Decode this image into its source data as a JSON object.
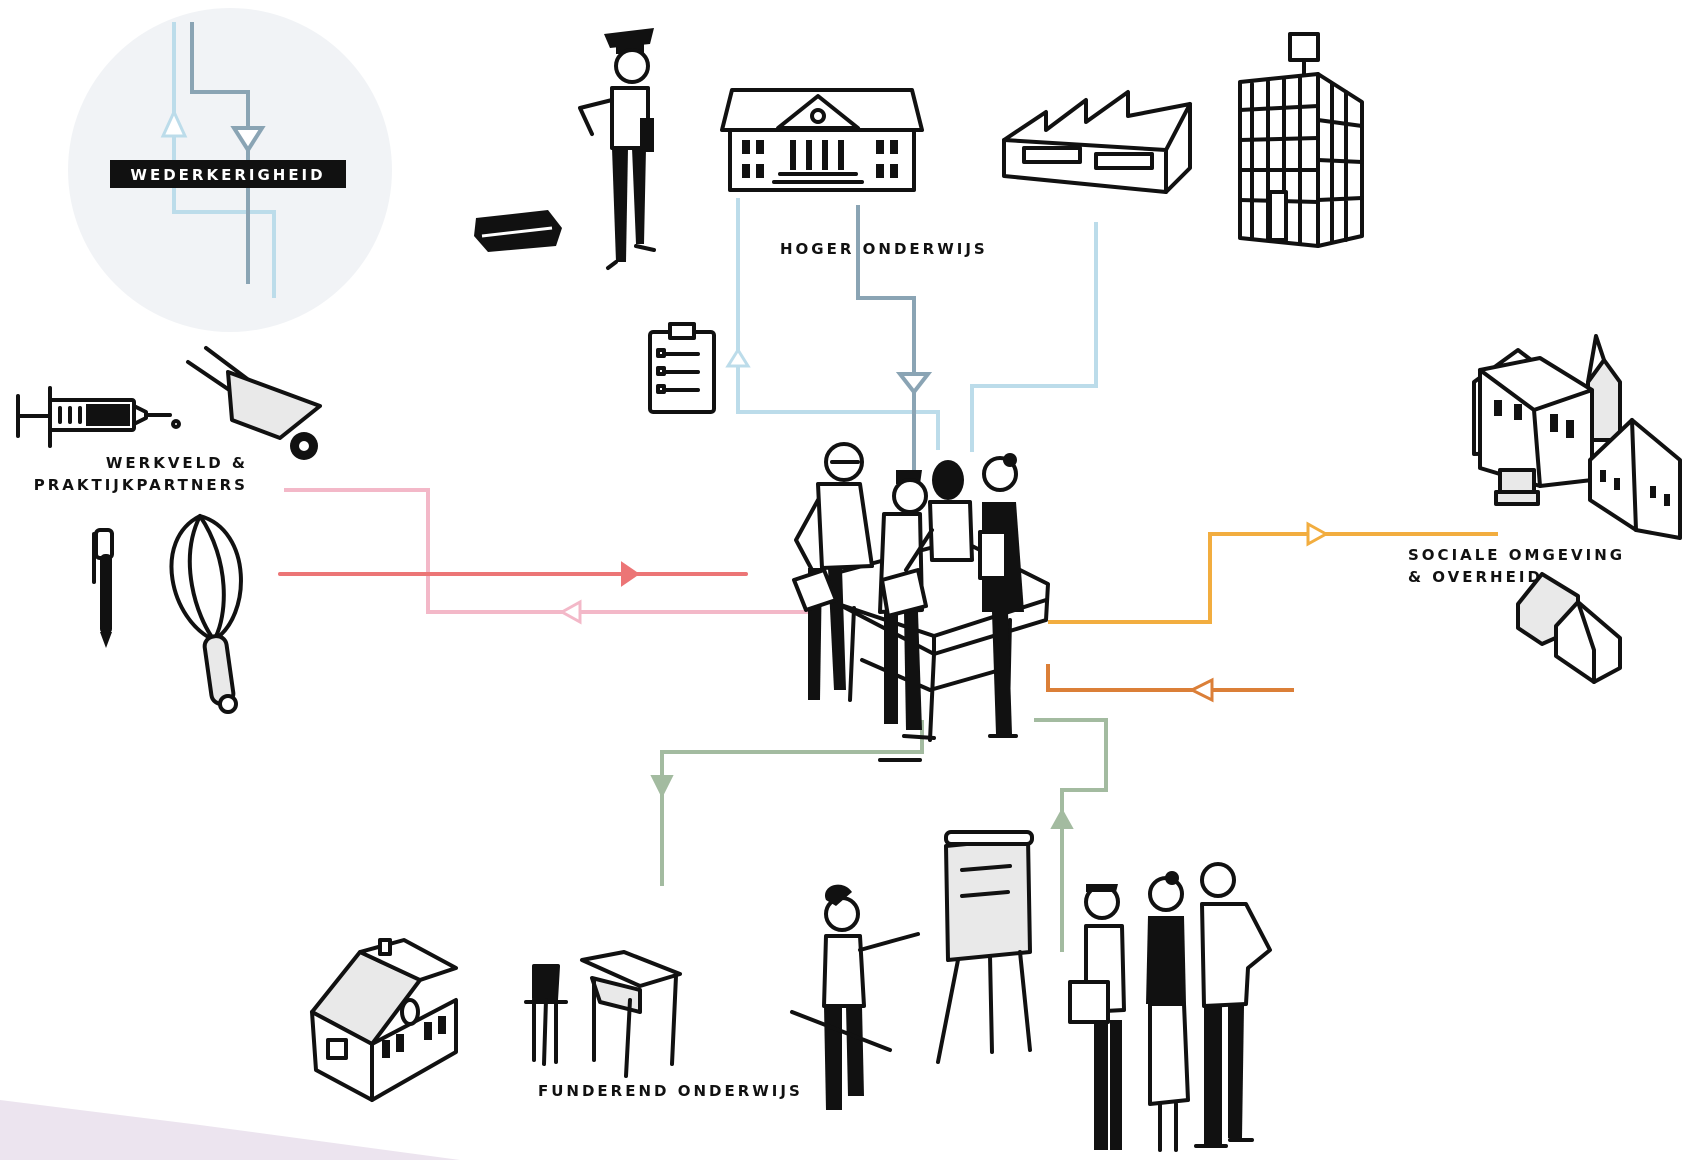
{
  "legend": {
    "title": "WEDERKERIGHEID"
  },
  "labels": {
    "hoger_onderwijs": "HOGER ONDERWIJS",
    "werkveld_line1": "WERKVELD &",
    "werkveld_line2": "PRAKTIJKPARTNERS",
    "sociale_line1": "SOCIALE OMGEVING",
    "sociale_line2": "& OVERHEID",
    "funderend_onderwijs": "FUNDEREND ONDERWIJS"
  },
  "colors": {
    "legend_circle": "#f1f3f6",
    "legend_dark": "#8aa4b4",
    "legend_light": "#bcdcea",
    "hoger_dark": "#8aa4b4",
    "hoger_light": "#bcdcea",
    "werkveld_strong": "#ec7576",
    "werkveld_soft": "#f3b8c8",
    "sociale_orange": "#f2ad3f",
    "sociale_burnt": "#db7f38",
    "funderend_green": "#a3bba0",
    "ink": "#111111",
    "ground_shadow": "#ece4ef"
  },
  "icons": [
    "graduate-icon",
    "book-icon",
    "university-building-icon",
    "factory-icon",
    "office-tower-icon",
    "clipboard-icon",
    "syringe-icon",
    "wheelbarrow-icon",
    "pen-icon",
    "whisk-icon",
    "team-at-table-icon",
    "church-village-icon",
    "house-icon",
    "school-building-icon",
    "school-desk-icon",
    "flipchart-presenter-icon",
    "group-of-people-icon"
  ]
}
